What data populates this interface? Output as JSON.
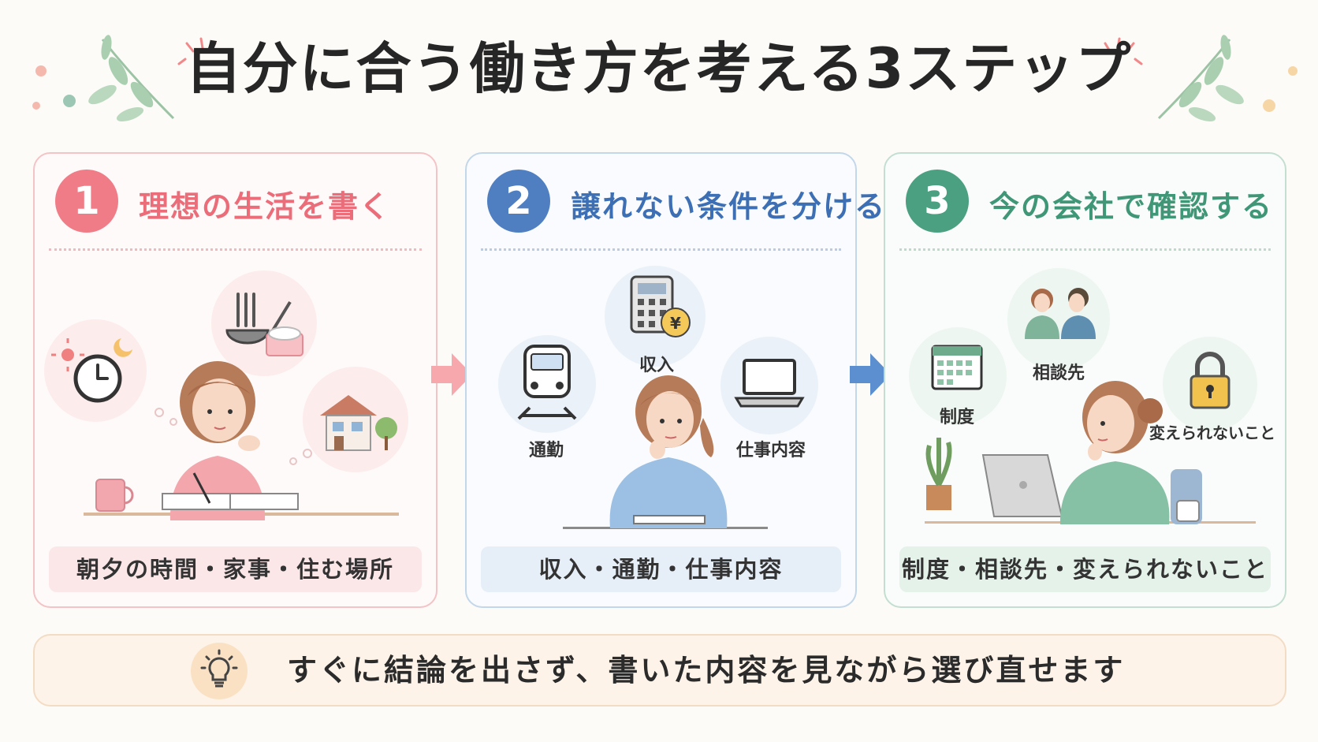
{
  "title": "自分に合う働き方を考える3ステップ",
  "colors": {
    "pink": "#ef7c86",
    "blue": "#4f7fc1",
    "green": "#4aa080",
    "pink_bg": "#fbe7e8",
    "blue_bg": "#e6eef8",
    "green_bg": "#e4f2ea"
  },
  "steps": [
    {
      "number": "1",
      "title": "理想の生活を書く",
      "summary": "朝夕の時間・家事・住む場所",
      "icons": [
        "clock-icon",
        "cooking-icon",
        "house-icon"
      ]
    },
    {
      "number": "2",
      "title": "譲れない条件を分ける",
      "summary": "収入・通勤・仕事内容",
      "labels": {
        "commute": "通勤",
        "income": "収入",
        "work": "仕事内容"
      }
    },
    {
      "number": "3",
      "title": "今の会社で確認する",
      "summary": "制度・相談先・変えられないこと",
      "labels": {
        "system": "制度",
        "consult": "相談先",
        "unchangeable": "変えられないこと"
      }
    }
  ],
  "tip": {
    "text": "すぐに結論を出さず、書いた内容を見ながら選び直せます",
    "icon": "lightbulb-icon"
  }
}
